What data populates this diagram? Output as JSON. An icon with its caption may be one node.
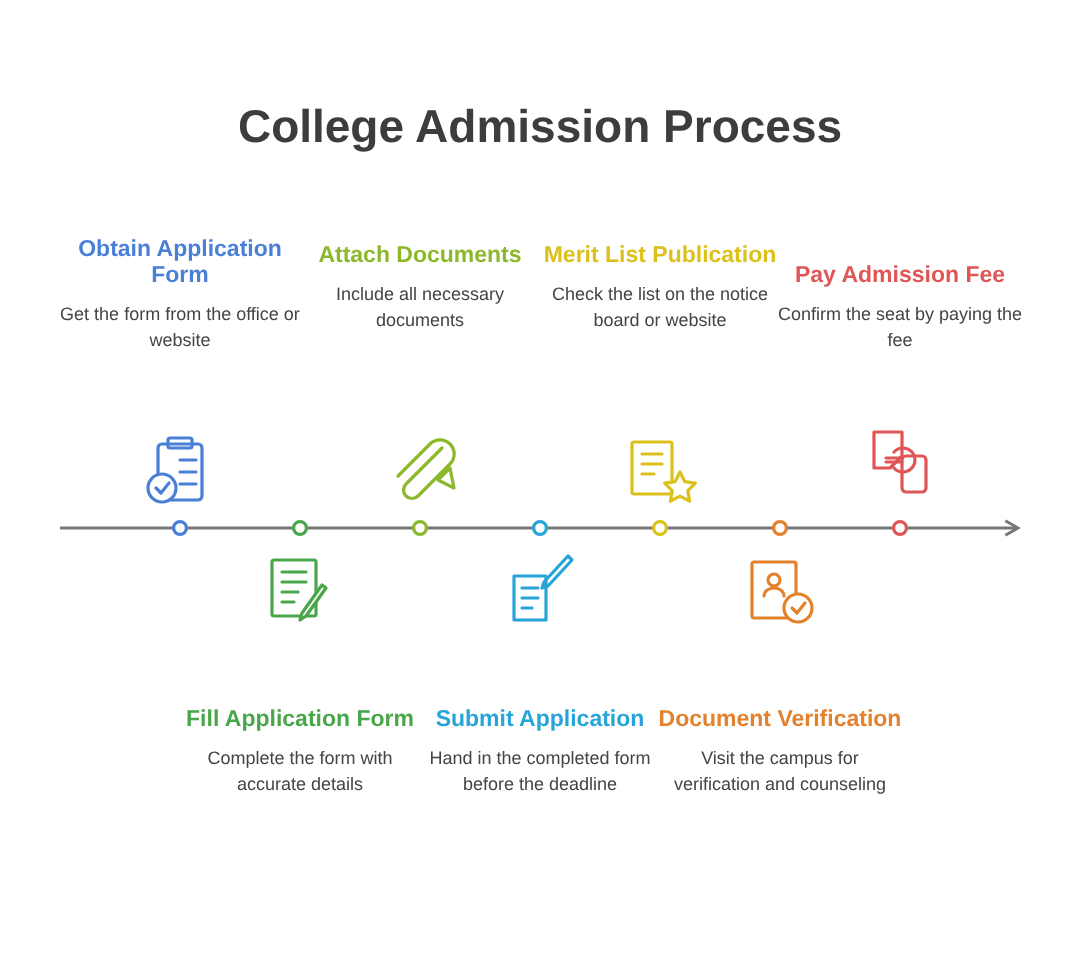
{
  "diagram": {
    "title": "College Admission Process",
    "nodes": [
      {
        "text": [
          "Obtain Application Form",
          "Get the form from the office or website"
        ]
      },
      {
        "text": [
          "Fill Application Form",
          "Complete the form with accurate details"
        ]
      },
      {
        "text": [
          "Attach Documents",
          "Include all necessary documents"
        ]
      },
      {
        "text": [
          "Submit Application",
          "Hand in the completed form before the deadline"
        ]
      },
      {
        "text": [
          "Merit List Publication",
          "Check the list on the notice board or website"
        ]
      },
      {
        "text": [
          "Document Verification",
          "Visit the campus for verification and counseling"
        ]
      },
      {
        "text": [
          "Pay Admission Fee",
          "Confirm the seat by paying the fee"
        ]
      }
    ]
  }
}
